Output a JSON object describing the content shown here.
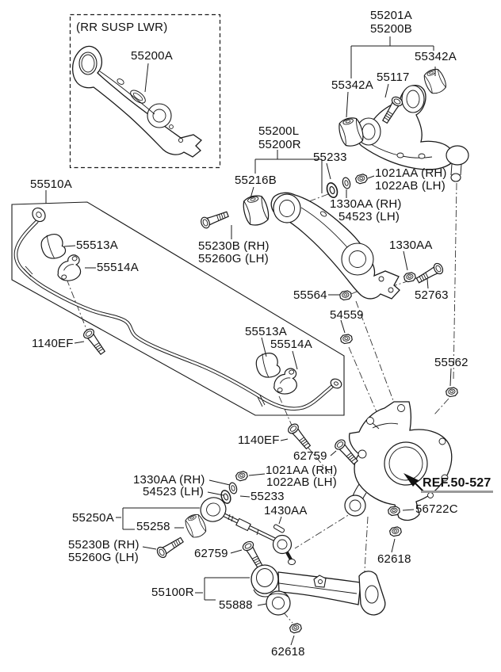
{
  "colors": {
    "background": "#ffffff",
    "line": "#1a1a1a",
    "dash_line": "#333333",
    "ref_underline": "#9a9a9a"
  },
  "inset": {
    "note": "(RR SUSP LWR)"
  },
  "callouts": [
    {
      "id": "rr-susp-lwr-note",
      "text": "(RR SUSP LWR)"
    },
    {
      "id": "55200A",
      "text": "55200A"
    },
    {
      "id": "55201A",
      "text": "55201A"
    },
    {
      "id": "55200B",
      "text": "55200B"
    },
    {
      "id": "55342A-right",
      "text": "55342A"
    },
    {
      "id": "55117",
      "text": "55117"
    },
    {
      "id": "55342A-left",
      "text": "55342A"
    },
    {
      "id": "55200L",
      "text": "55200L"
    },
    {
      "id": "55200R",
      "text": "55200R"
    },
    {
      "id": "55233-1",
      "text": "55233"
    },
    {
      "id": "55216B",
      "text": "55216B"
    },
    {
      "id": "1021AA-RH-1",
      "text": "1021AA (RH)"
    },
    {
      "id": "1022AB-LH-1",
      "text": "1022AB (LH)"
    },
    {
      "id": "1330AA-RH-1",
      "text": "1330AA (RH)"
    },
    {
      "id": "54523-LH-1",
      "text": "54523 (LH)"
    },
    {
      "id": "55510A",
      "text": "55510A"
    },
    {
      "id": "55230B-RH-1",
      "text": "55230B (RH)"
    },
    {
      "id": "55260G-LH-1",
      "text": "55260G (LH)"
    },
    {
      "id": "1330AA",
      "text": "1330AA"
    },
    {
      "id": "55513A-1",
      "text": "55513A"
    },
    {
      "id": "55514A-1",
      "text": "55514A"
    },
    {
      "id": "55564",
      "text": "55564"
    },
    {
      "id": "52763",
      "text": "52763"
    },
    {
      "id": "54559",
      "text": "54559"
    },
    {
      "id": "55513A-2",
      "text": "55513A"
    },
    {
      "id": "55514A-2",
      "text": "55514A"
    },
    {
      "id": "1140EF-1",
      "text": "1140EF"
    },
    {
      "id": "55562",
      "text": "55562"
    },
    {
      "id": "1140EF-2",
      "text": "1140EF"
    },
    {
      "id": "62759-1",
      "text": "62759"
    },
    {
      "id": "1021AA-RH-2",
      "text": "1021AA (RH)"
    },
    {
      "id": "1022AB-LH-2",
      "text": "1022AB (LH)"
    },
    {
      "id": "1330AA-RH-2",
      "text": "1330AA (RH)"
    },
    {
      "id": "54523-LH-2",
      "text": "54523 (LH)"
    },
    {
      "id": "ref-50-527",
      "text": "REF.50-527"
    },
    {
      "id": "55233-2",
      "text": "55233"
    },
    {
      "id": "56722C",
      "text": "56722C"
    },
    {
      "id": "1430AA",
      "text": "1430AA"
    },
    {
      "id": "55250A",
      "text": "55250A"
    },
    {
      "id": "55258",
      "text": "55258"
    },
    {
      "id": "55230B-RH-2",
      "text": "55230B (RH)"
    },
    {
      "id": "55260G-LH-2",
      "text": "55260G (LH)"
    },
    {
      "id": "62759-2",
      "text": "62759"
    },
    {
      "id": "62618-1",
      "text": "62618"
    },
    {
      "id": "55100R",
      "text": "55100R"
    },
    {
      "id": "55888",
      "text": "55888"
    },
    {
      "id": "62618-2",
      "text": "62618"
    }
  ]
}
